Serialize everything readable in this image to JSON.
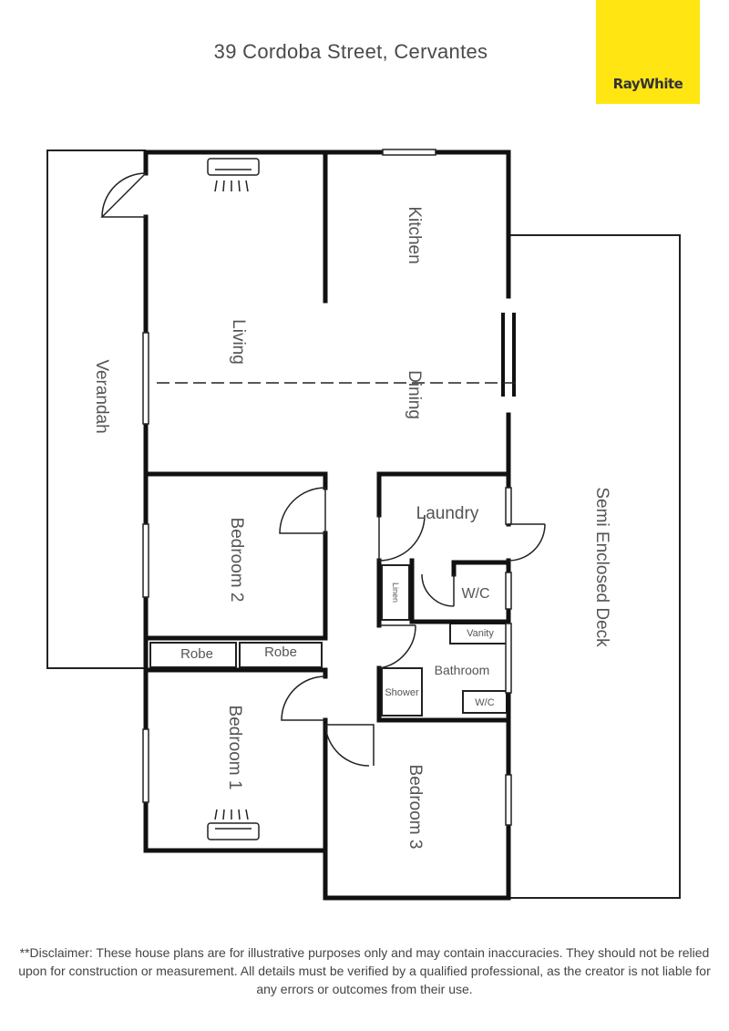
{
  "header": {
    "address": "39 Cordoba Street, Cervantes"
  },
  "brand": {
    "name": "RayWhite",
    "color": "#ffe512"
  },
  "rooms": {
    "verandah": "Verandah",
    "living": "Living",
    "kitchen": "Kitchen",
    "dining": "Dining",
    "laundry": "Laundry",
    "linen": "Linen",
    "wc_laundry": "W/C",
    "vanity": "Vanity",
    "bathroom": "Bathroom",
    "shower": "Shower",
    "wc_bath": "W/C",
    "semi_deck": "Semi Enclosed Deck",
    "bedroom2": "Bedroom 2",
    "robe_left": "Robe",
    "robe_right": "Robe",
    "bedroom1": "Bedroom 1",
    "bedroom3": "Bedroom 3"
  },
  "footer": {
    "disclaimer": "**Disclaimer: These house plans are for illustrative purposes only and may contain inaccuracies. They should not be relied upon for construction or measurement. All details must be verified by a qualified professional, as the creator is not liable for any errors or outcomes from their use."
  }
}
